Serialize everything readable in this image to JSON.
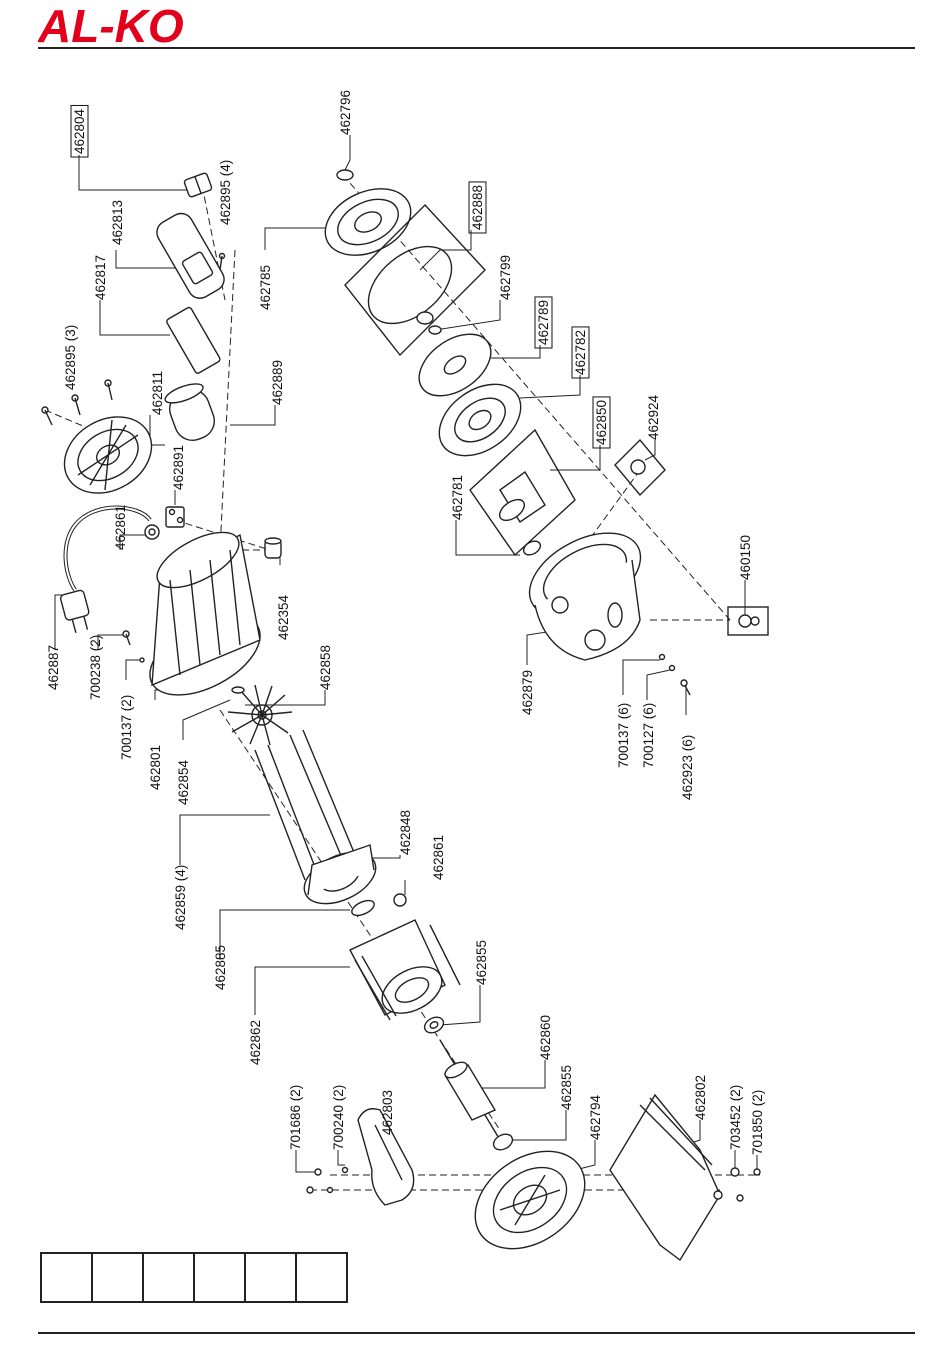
{
  "brand": {
    "logo_text": "AL-KO",
    "color": "#e3001b"
  },
  "parts": [
    {
      "id": "p462804",
      "label": "462804",
      "boxed": true
    },
    {
      "id": "p462895_4",
      "label": "462895 (4)",
      "boxed": false
    },
    {
      "id": "p462813",
      "label": "462813",
      "boxed": false
    },
    {
      "id": "p462817",
      "label": "462817",
      "boxed": false
    },
    {
      "id": "p462895_3",
      "label": "462895 (3)",
      "boxed": false
    },
    {
      "id": "p462811",
      "label": "462811",
      "boxed": false
    },
    {
      "id": "p462889",
      "label": "462889",
      "boxed": false
    },
    {
      "id": "p462891",
      "label": "462891",
      "boxed": false
    },
    {
      "id": "p462861a",
      "label": "462861",
      "boxed": false
    },
    {
      "id": "p462887",
      "label": "462887",
      "boxed": false
    },
    {
      "id": "p700238",
      "label": "700238  (2)",
      "boxed": false
    },
    {
      "id": "p700137",
      "label": "700137 (2)",
      "boxed": false
    },
    {
      "id": "p462801",
      "label": "462801",
      "boxed": false
    },
    {
      "id": "p462854",
      "label": "462854",
      "boxed": false
    },
    {
      "id": "p462354",
      "label": "462354",
      "boxed": false
    },
    {
      "id": "p462858",
      "label": "462858",
      "boxed": false
    },
    {
      "id": "p462859",
      "label": "462859 (4)",
      "boxed": false
    },
    {
      "id": "p462848",
      "label": "462848",
      "boxed": false
    },
    {
      "id": "p462861b",
      "label": "462861",
      "boxed": false
    },
    {
      "id": "p462885",
      "label": "462885",
      "boxed": false
    },
    {
      "id": "p462862",
      "label": "462862",
      "boxed": false
    },
    {
      "id": "p462855a",
      "label": "462855",
      "boxed": false
    },
    {
      "id": "p462860",
      "label": "462860",
      "boxed": false
    },
    {
      "id": "p462855b",
      "label": "462855",
      "boxed": false
    },
    {
      "id": "p462794",
      "label": "462794",
      "boxed": false
    },
    {
      "id": "p462802",
      "label": "462802",
      "boxed": false
    },
    {
      "id": "p701686",
      "label": "701686 (2)",
      "boxed": false
    },
    {
      "id": "p700240",
      "label": "700240 (2)",
      "boxed": false
    },
    {
      "id": "p462803",
      "label": "462803",
      "boxed": false
    },
    {
      "id": "p703452",
      "label": "703452 (2)",
      "boxed": false
    },
    {
      "id": "p701850",
      "label": "701850 (2)",
      "boxed": false
    },
    {
      "id": "p462796",
      "label": "462796",
      "boxed": false
    },
    {
      "id": "p462785",
      "label": "462785",
      "boxed": false
    },
    {
      "id": "p462888",
      "label": "462888",
      "boxed": true
    },
    {
      "id": "p462799",
      "label": "462799",
      "boxed": false
    },
    {
      "id": "p462789",
      "label": "462789",
      "boxed": true
    },
    {
      "id": "p462782",
      "label": "462782",
      "boxed": true
    },
    {
      "id": "p462850",
      "label": "462850",
      "boxed": true
    },
    {
      "id": "p462924",
      "label": "462924",
      "boxed": false
    },
    {
      "id": "p462781",
      "label": "462781",
      "boxed": false
    },
    {
      "id": "p460150",
      "label": "460150",
      "boxed": false
    },
    {
      "id": "p462879",
      "label": "462879",
      "boxed": false
    },
    {
      "id": "p700137_6",
      "label": "700137 (6)",
      "boxed": false
    },
    {
      "id": "p700127_6",
      "label": "700127 (6)",
      "boxed": false
    },
    {
      "id": "p462923_6",
      "label": "462923 (6)",
      "boxed": false
    }
  ]
}
